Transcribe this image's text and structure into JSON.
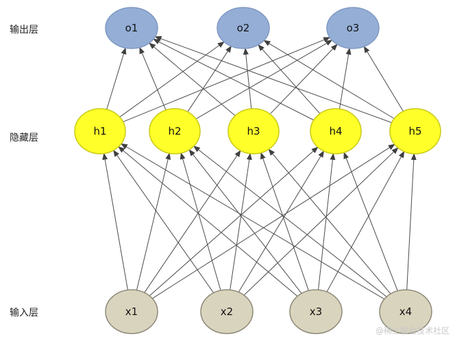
{
  "layers": {
    "output": "输出层",
    "hidden": "隐藏层",
    "input": "输入层"
  },
  "nodes": {
    "o1": {
      "label": "o1",
      "layer": "output"
    },
    "o2": {
      "label": "o2",
      "layer": "output"
    },
    "o3": {
      "label": "o3",
      "layer": "output"
    },
    "h1": {
      "label": "h1",
      "layer": "hidden"
    },
    "h2": {
      "label": "h2",
      "layer": "hidden"
    },
    "h3": {
      "label": "h3",
      "layer": "hidden"
    },
    "h4": {
      "label": "h4",
      "layer": "hidden"
    },
    "h5": {
      "label": "h5",
      "layer": "hidden"
    },
    "x1": {
      "label": "x1",
      "layer": "input"
    },
    "x2": {
      "label": "x2",
      "layer": "input"
    },
    "x3": {
      "label": "x3",
      "layer": "input"
    },
    "x4": {
      "label": "x4",
      "layer": "input"
    }
  },
  "edges": [
    [
      "x1",
      "h1"
    ],
    [
      "x1",
      "h2"
    ],
    [
      "x1",
      "h3"
    ],
    [
      "x1",
      "h4"
    ],
    [
      "x1",
      "h5"
    ],
    [
      "x2",
      "h1"
    ],
    [
      "x2",
      "h2"
    ],
    [
      "x2",
      "h3"
    ],
    [
      "x2",
      "h4"
    ],
    [
      "x2",
      "h5"
    ],
    [
      "x3",
      "h1"
    ],
    [
      "x3",
      "h2"
    ],
    [
      "x3",
      "h3"
    ],
    [
      "x3",
      "h4"
    ],
    [
      "x3",
      "h5"
    ],
    [
      "x4",
      "h1"
    ],
    [
      "x4",
      "h2"
    ],
    [
      "x4",
      "h3"
    ],
    [
      "x4",
      "h4"
    ],
    [
      "x4",
      "h5"
    ],
    [
      "h1",
      "o1"
    ],
    [
      "h1",
      "o2"
    ],
    [
      "h1",
      "o3"
    ],
    [
      "h2",
      "o1"
    ],
    [
      "h2",
      "o2"
    ],
    [
      "h2",
      "o3"
    ],
    [
      "h3",
      "o1"
    ],
    [
      "h3",
      "o2"
    ],
    [
      "h3",
      "o3"
    ],
    [
      "h4",
      "o1"
    ],
    [
      "h4",
      "o2"
    ],
    [
      "h4",
      "o3"
    ],
    [
      "h5",
      "o1"
    ],
    [
      "h5",
      "o2"
    ],
    [
      "h5",
      "o3"
    ]
  ],
  "colors": {
    "output_fill": "#94aed6",
    "output_stroke": "#7f98c2",
    "hidden_fill": "#ffff2a",
    "hidden_stroke": "#c9c916",
    "input_fill": "#d9d4bd",
    "input_stroke": "#8e8a79",
    "edge": "#4a4a4a"
  },
  "watermark": "@稀土掘金技术社区"
}
